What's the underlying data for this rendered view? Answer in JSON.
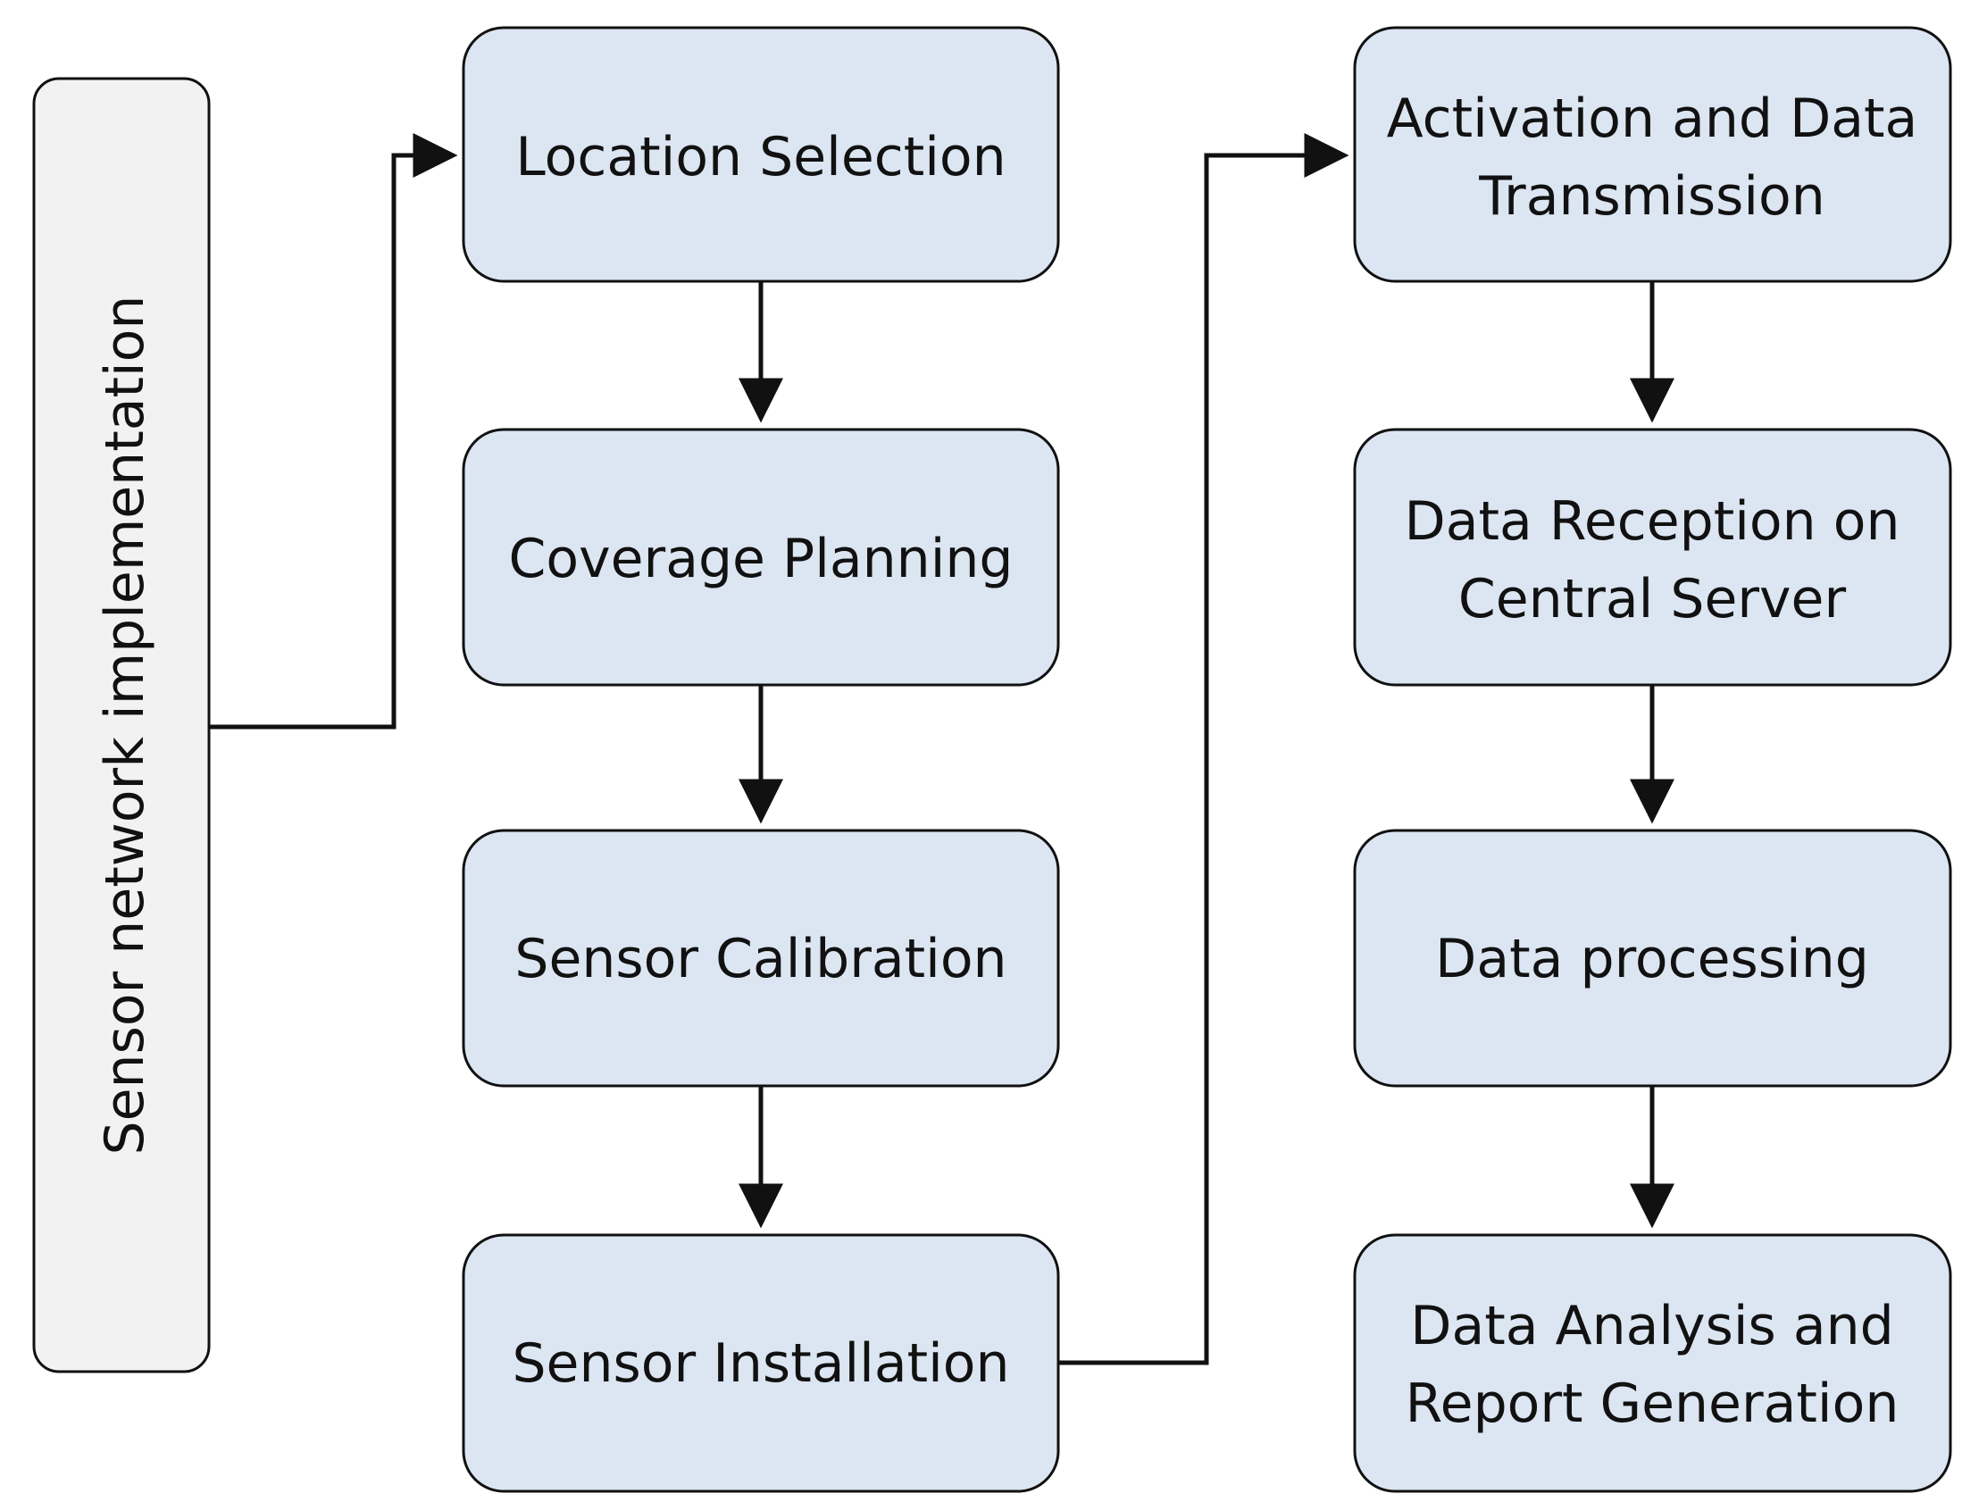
{
  "diagram": {
    "side_label": "Sensor network implementation",
    "left_column": {
      "location_selection": "Location Selection",
      "coverage_planning": "Coverage Planning",
      "sensor_calibration": "Sensor Calibration",
      "sensor_installation": "Sensor Installation"
    },
    "right_column": {
      "activation_line1": "Activation and Data",
      "activation_line2": "Transmission",
      "reception_line1": "Data Reception on",
      "reception_line2": "Central Server",
      "data_processing": "Data processing",
      "analysis_line1": "Data Analysis and",
      "analysis_line2": "Report Generation"
    },
    "colors": {
      "process_fill": "#dce6f2",
      "side_fill": "#f2f2f2",
      "stroke": "#111111",
      "background": "#ffffff"
    }
  }
}
